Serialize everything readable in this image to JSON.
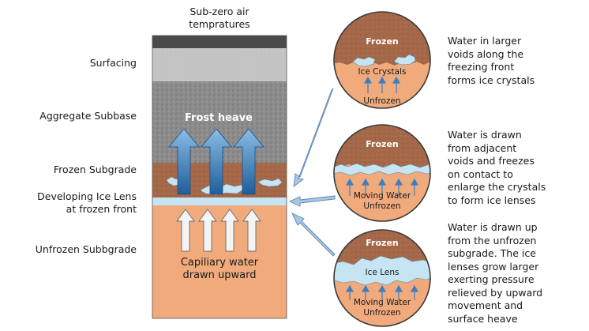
{
  "column": {
    "top_label": "Sub-zero air\ntempratures",
    "layers": [
      {
        "name": "surfacing",
        "label": "Surfacing"
      },
      {
        "name": "aggregate-subbase",
        "label": "Aggregate Subbase"
      },
      {
        "name": "frozen-subgrade",
        "label": "Frozen Subgrade"
      },
      {
        "name": "ice-lens",
        "label": "Developing Ice Lens\nat frozen front"
      },
      {
        "name": "unfrozen-subgrade",
        "label": "Unfrozen Subbgrade"
      }
    ],
    "frost_heave_label": "Frost heave",
    "capillary_label": "Capiliary water\ndrawn upward"
  },
  "stages": [
    {
      "top_label": "Frozen",
      "middle_label": "Ice Crystals",
      "bottom_label": "Unfrozen",
      "description": "Water in larger\nvoids along the\nfreezing front\nforms ice crystals"
    },
    {
      "top_label": "Frozen",
      "middle_label": "Moving Water",
      "bottom_label": "Unfrozen",
      "description": "Water is drawn\nfrom adjacent\nvoids and freezes\non contact to\nenlarge the crystals\nto form ice lenses"
    },
    {
      "top_label": "Frozen",
      "middle_label": "Ice Lens",
      "bottom_label": "Moving Water",
      "extra_label": "Unfrozen",
      "description": "Water is drawn up\nfrom the unfrozen\nsubgrade. The ice\nlenses grow larger\nexerting pressure\nrelieved by upward\nmovement and\nsurface heave"
    }
  ],
  "colors": {
    "surface_top": "#4a4a4a",
    "surfacing": "#c4c4c4",
    "aggregate": "#8c8c8c",
    "frozen_soil": "#a5694a",
    "ice": "#c7e4f2",
    "unfrozen_soil": "#f0aa7c",
    "heave_arrow": "#3d86c0",
    "pointer_arrow": "#8fb3d8"
  }
}
